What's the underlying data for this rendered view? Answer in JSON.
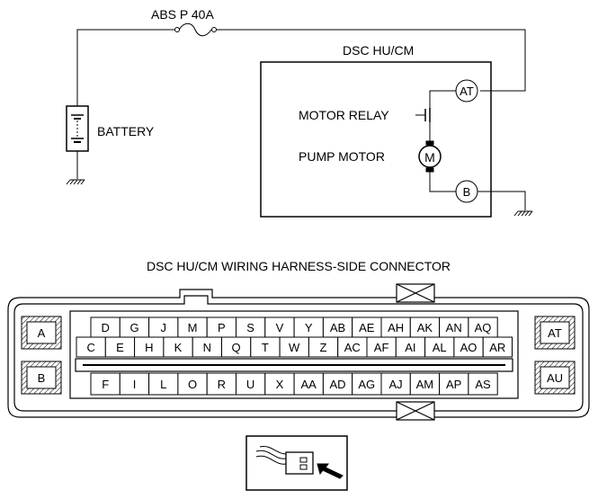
{
  "circuit": {
    "fuse_label": "ABS P 40A",
    "module_label": "DSC HU/CM",
    "battery_label": "BATTERY",
    "motor_relay_label": "MOTOR RELAY",
    "pump_motor_label": "PUMP MOTOR",
    "motor_symbol": "M",
    "terminal_top": "AT",
    "terminal_bottom": "B"
  },
  "connector": {
    "title": "DSC HU/CM WIRING HARNESS-SIDE CONNECTOR",
    "left_top": "A",
    "left_bottom": "B",
    "right_top": "AT",
    "right_bottom": "AU",
    "row1": [
      "D",
      "G",
      "J",
      "M",
      "P",
      "S",
      "V",
      "Y",
      "AB",
      "AE",
      "AH",
      "AK",
      "AN",
      "AQ"
    ],
    "row2": [
      "C",
      "E",
      "H",
      "K",
      "N",
      "Q",
      "T",
      "W",
      "Z",
      "AC",
      "AF",
      "AI",
      "AL",
      "AO",
      "AR"
    ],
    "row3": [
      "F",
      "I",
      "L",
      "O",
      "R",
      "U",
      "X",
      "AA",
      "AD",
      "AG",
      "AJ",
      "AM",
      "AP",
      "AS"
    ]
  }
}
